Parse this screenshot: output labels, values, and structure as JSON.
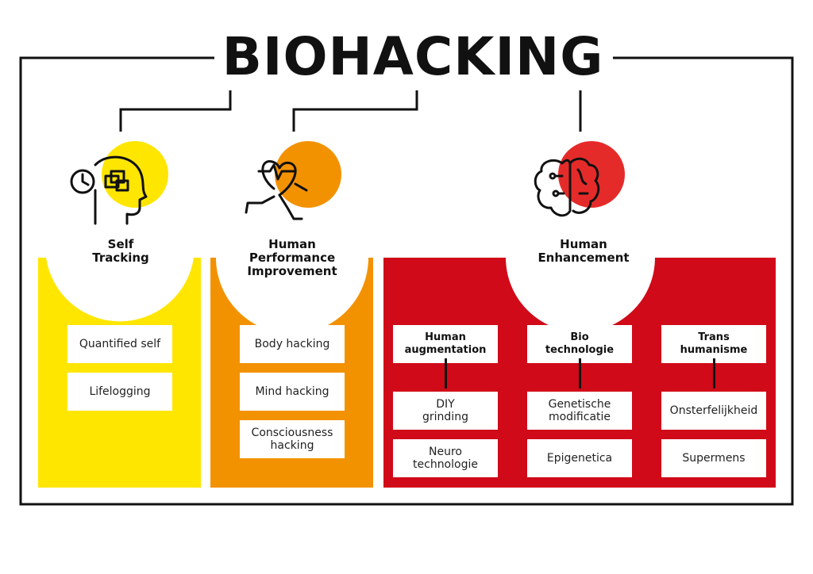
{
  "title": "BIOHACKING",
  "colors": {
    "yellow": "#FFE600",
    "orange": "#F39200",
    "red": "#D00A18",
    "circle_red": "#E52B2A",
    "line": "#111111"
  },
  "categories": [
    {
      "label_lines": [
        "Self",
        "Tracking"
      ],
      "icon": "head-clock-icon",
      "items": [
        "Quantified self",
        "Lifelogging"
      ]
    },
    {
      "label_lines": [
        "Human",
        "Performance",
        "Improvement"
      ],
      "icon": "runner-heart-icon",
      "items": [
        "Body hacking",
        "Mind hacking",
        "Consciousness hacking"
      ]
    },
    {
      "label_lines": [
        "Human",
        "Enhancement"
      ],
      "icon": "brain-circuit-icon",
      "groups": [
        {
          "heading": [
            "Human",
            "augmentation"
          ],
          "items": [
            [
              "DIY",
              "grinding"
            ],
            [
              "Neuro",
              "technologie"
            ]
          ]
        },
        {
          "heading": [
            "Bio",
            "technologie"
          ],
          "items": [
            [
              "Genetische",
              "modificatie"
            ],
            [
              "Epigenetica"
            ]
          ]
        },
        {
          "heading": [
            "Trans",
            "humanisme"
          ],
          "items": [
            [
              "Onsterfelijkheid"
            ],
            [
              "Supermens"
            ]
          ]
        }
      ]
    }
  ]
}
